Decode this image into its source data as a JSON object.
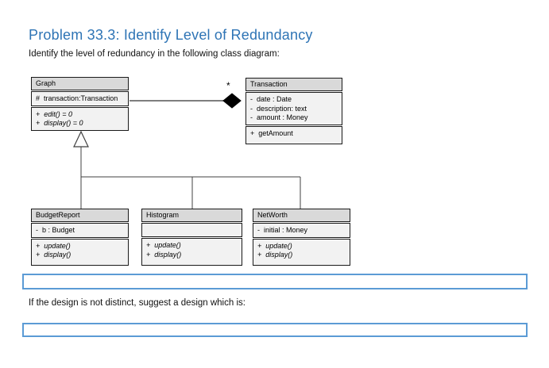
{
  "colors": {
    "title-blue": "#2E74B5",
    "accent-blue": "#5B9BD5",
    "class-header-fill": "#D9D9D9",
    "class-body-fill": "#F2F2F2",
    "association-gray": "#7F7F7F"
  },
  "page": {
    "title": "Problem 33.3: Identify Level of Redundancy",
    "instruction": "Identify the level of redundancy in the following class diagram:",
    "followup": "If the design is not distinct, suggest a design which is:"
  },
  "diagram": {
    "classes": [
      {
        "name": "Graph",
        "attributes": [
          "#  transaction:Transaction"
        ],
        "methods": [
          "+  edit() = 0",
          "+  display() = 0"
        ]
      },
      {
        "name": "Transaction",
        "attributes": [
          "-  date : Date",
          "-  description: text",
          "-  amount : Money"
        ],
        "methods": [
          "+  getAmount"
        ]
      },
      {
        "name": "BudgetReport",
        "attributes": [
          "-  b : Budget"
        ],
        "methods": [
          "+  update()",
          "+  display()"
        ]
      },
      {
        "name": "Histogram",
        "attributes": [],
        "methods": [
          "+  update()",
          "+  display()"
        ]
      },
      {
        "name": "NetWorth",
        "attributes": [
          "-  initial : Money"
        ],
        "methods": [
          "+  update()",
          "+  display()"
        ]
      }
    ],
    "association": {
      "from": "Graph",
      "to": "Transaction",
      "kind": "composition",
      "multiplicity": "*"
    },
    "generalization": {
      "parent": "Graph",
      "children": [
        "BudgetReport",
        "Histogram",
        "NetWorth"
      ]
    }
  },
  "answers": [
    {
      "value": ""
    },
    {
      "value": ""
    }
  ]
}
